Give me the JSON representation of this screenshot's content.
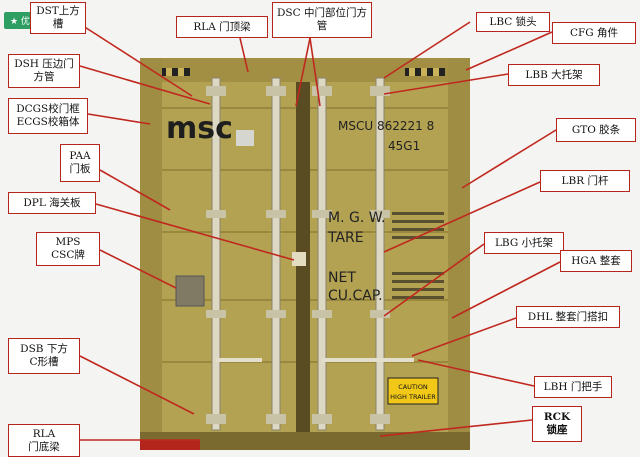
{
  "badge": "★ 优质文档",
  "container": {
    "logo": "msc",
    "number": "MSCU 862221 8",
    "type_code": "45G1",
    "weights_label_1": "M. G. W.",
    "weights_label_2": "TARE",
    "weights_label_3": "NET",
    "weights_label_4": "CU.CAP.",
    "caution_1": "CAUTION",
    "caution_2": "HIGH TRAILER"
  },
  "labels": {
    "dst": "DST上方\n槽",
    "rla_top": "RLA 门顶梁",
    "dsc": "DSC 中门部位门方\n管",
    "lbc": "LBC 锁头",
    "cfg": "CFG 角件",
    "dsh": "DSH 压边门\n方管",
    "lbb": "LBB 大托架",
    "dcgs": "DCGS校门框\nECGS校箱体",
    "gto": "GTO 胶条",
    "paa": "PAA\n门板",
    "lbr": "LBR 门杆",
    "dpl": "DPL 海关板",
    "lbg": "LBG 小托架",
    "mps": "MPS\nCSC牌",
    "hga": "HGA 整套",
    "dhl": "DHL 整套门搭扣",
    "dsb": "DSB  下方\nC形槽",
    "lbh": "LBH 门把手",
    "rck": "RCK\n锁座",
    "rla_bottom": "RLA\n门底梁"
  },
  "colors": {
    "label_border": "#b5251c",
    "leader_line": "#c0281f",
    "container_body": "#b3a252",
    "badge_bg": "#2e9e63"
  }
}
